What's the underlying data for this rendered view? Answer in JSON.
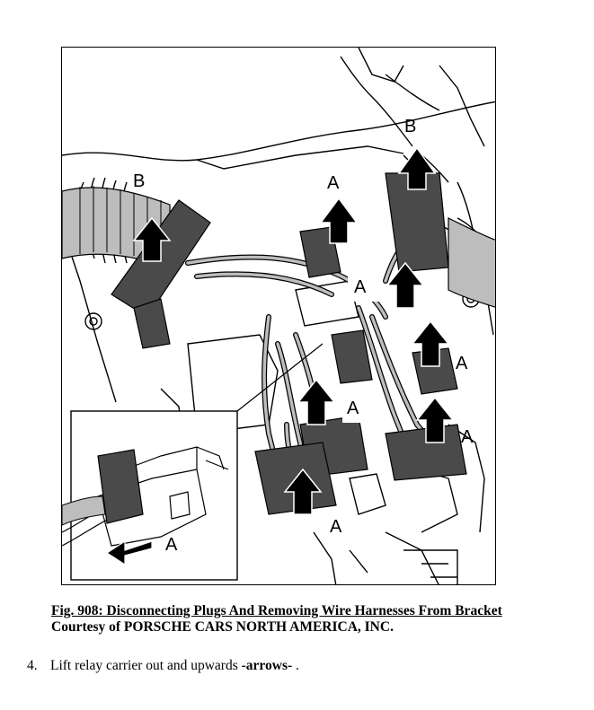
{
  "figure": {
    "callouts": {
      "b_left": "B",
      "b_right": "B",
      "a_top": "A",
      "a_box1": "A",
      "a_right1": "A",
      "a_box2": "A",
      "a_right2": "A",
      "a_bottom": "A",
      "a_inset": "A"
    }
  },
  "caption": {
    "title": "Fig. 908: Disconnecting Plugs And Removing Wire Harnesses From Bracket",
    "credit": "Courtesy of PORSCHE CARS NORTH AMERICA, INC."
  },
  "step": {
    "number": "4.",
    "text_before": "Lift relay carrier out and upwards ",
    "emphasis": "-arrows-",
    "text_after": " ."
  }
}
